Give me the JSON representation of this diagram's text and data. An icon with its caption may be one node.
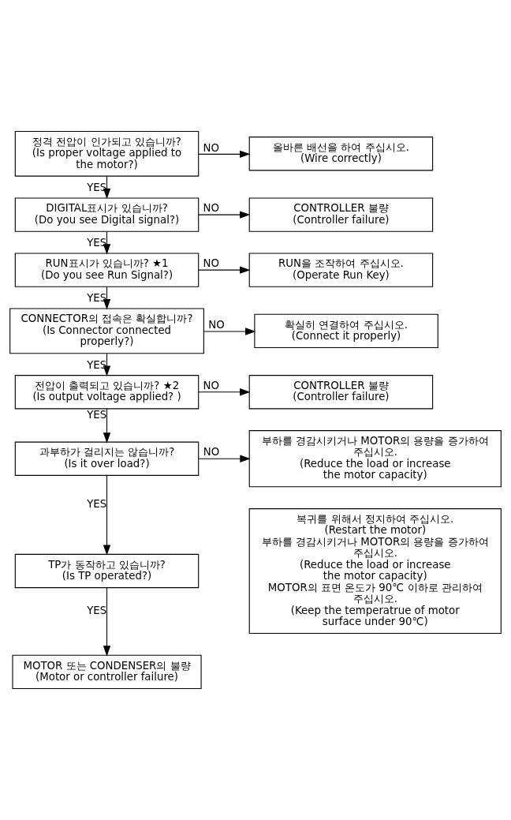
{
  "diagram": {
    "nodes": [
      {
        "text": [
          "정격 전압이 인가되고 있습니까?",
          "(Is proper voltage applied to the motor?)"
        ]
      },
      {
        "text": [
          "올바른 배선을 하여 주십시오.",
          "(Wire correctly)"
        ]
      },
      {
        "text": [
          "DIGITAL표시가 있습니까?",
          "(Do you see Digital signal?)"
        ]
      },
      {
        "text": [
          "CONTROLLER 불량",
          "(Controller failure)"
        ]
      },
      {
        "text": [
          "RUN표시가 있습니까? ★1",
          "(Do you see Run Signal?)"
        ]
      },
      {
        "text": [
          "RUN을 조작하여 주십시오.",
          "(Operate Run Key)"
        ]
      },
      {
        "text": [
          "CONNECTOR의 접속은 확실합니까?",
          "(Is Connector connected properly?)"
        ]
      },
      {
        "text": [
          "확실히 연결하여 주십시오.",
          "(Connect it properly)"
        ]
      },
      {
        "text": [
          "전압이 출력되고 있습니까? ★2",
          "(Is output voltage applied? )"
        ]
      },
      {
        "text": [
          "CONTROLLER 불량",
          "(Controller failure)"
        ]
      },
      {
        "text": [
          "과부하가 걸리지는 않습니까?",
          "(Is it over load?)"
        ]
      },
      {
        "text": [
          "부하를 경감시키거나 MOTOR의 용량을 증가하여 주십시오.",
          "(Reduce the load or increase the motor capacity)"
        ]
      },
      {
        "text": [
          "TP가 동작하고 있습니까?",
          "(Is TP operated?)"
        ]
      },
      {
        "text": [
          "복귀를 위해서 정지하여 주십시오.",
          "(Restart the motor)",
          "부하를 경감시키거나 MOTOR의 용량을 증가하여 주십시오.",
          "(Reduce the load or increase the motor capacity)",
          "MOTOR의 표면 온도가 90℃ 이하로 관리하여 주십시오.",
          "(Keep the temperatrue of motor surface under 90℃)"
        ]
      },
      {
        "text": [
          "MOTOR 또는 CONDENSER의 불량",
          "(Motor or controller failure)"
        ]
      }
    ],
    "edges": [
      {
        "from": 0,
        "to": 1,
        "arrow": "to",
        "label": "NO"
      },
      {
        "from": 0,
        "to": 2,
        "arrow": "to",
        "label": "YES"
      },
      {
        "from": 2,
        "to": 3,
        "arrow": "to",
        "label": "NO"
      },
      {
        "from": 2,
        "to": 4,
        "arrow": "to",
        "label": "YES"
      },
      {
        "from": 4,
        "to": 5,
        "arrow": "to",
        "label": "NO"
      },
      {
        "from": 4,
        "to": 6,
        "arrow": "to",
        "label": "YES"
      },
      {
        "from": 6,
        "to": 7,
        "arrow": "to",
        "label": "NO"
      },
      {
        "from": 6,
        "to": 8,
        "arrow": "to",
        "label": "YES"
      },
      {
        "from": 8,
        "to": 9,
        "arrow": "to",
        "label": "NO"
      },
      {
        "from": 8,
        "to": 10,
        "arrow": "to",
        "label": "YES"
      },
      {
        "from": 10,
        "to": 11,
        "arrow": "to",
        "label": "NO"
      },
      {
        "from": 10,
        "to": 12,
        "arrow": "to",
        "label": "YES"
      },
      {
        "from": 12,
        "to": 14,
        "arrow": "to",
        "label": "YES"
      }
    ]
  }
}
